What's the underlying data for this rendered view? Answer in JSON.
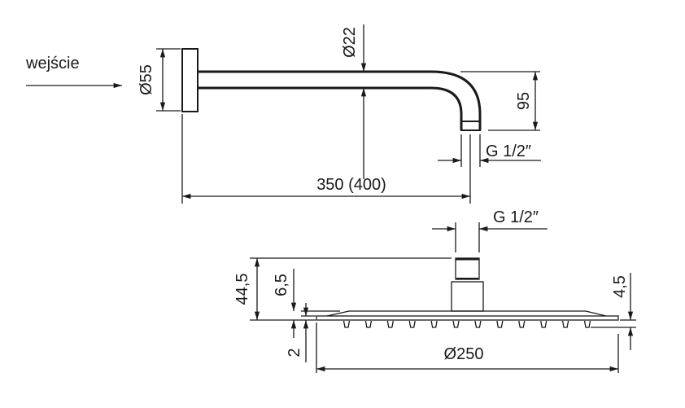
{
  "arm": {
    "inlet_label": "wejście",
    "flange_diameter": "Ø55",
    "pipe_diameter": "Ø22",
    "drop_height": "95",
    "thread": "G 1/2″",
    "length": "350 (400)"
  },
  "head": {
    "thread": "G 1/2″",
    "total_height": "44,5",
    "plate_height": "6,5",
    "edge_thickness": "2",
    "nozzle_height": "4,5",
    "diameter": "Ø250",
    "nozzle_count": 12
  }
}
